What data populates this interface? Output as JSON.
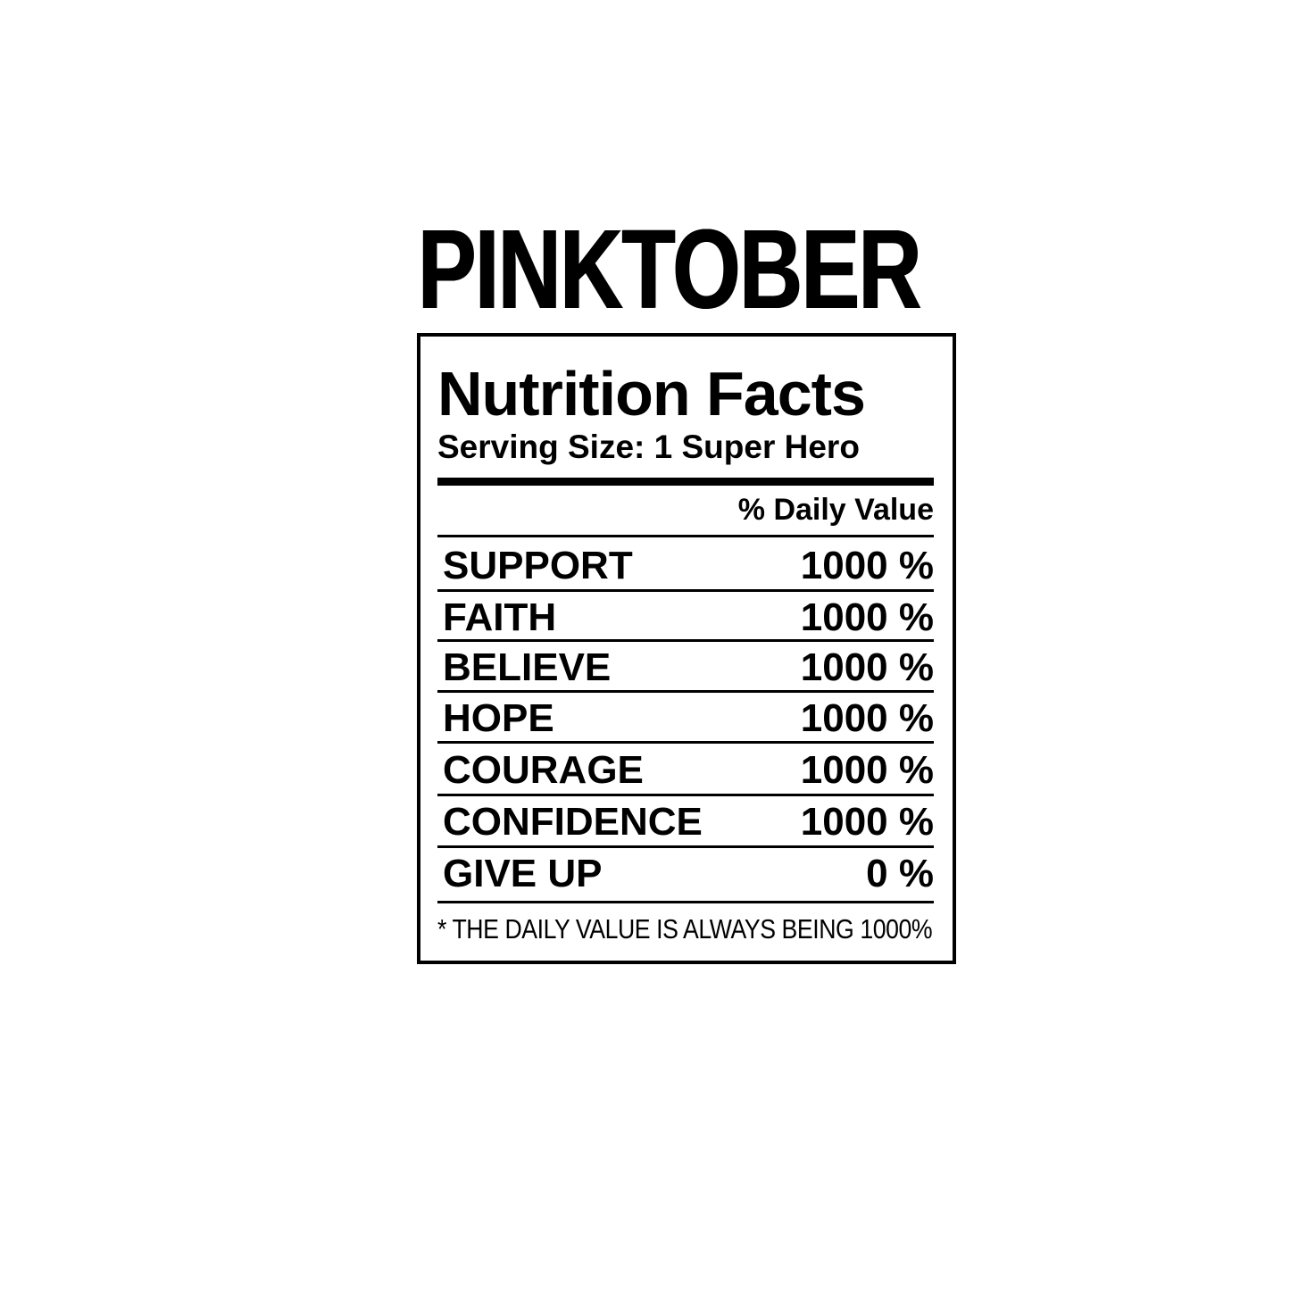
{
  "headline": "PINKTOBER",
  "label": {
    "title": "Nutrition Facts",
    "serving_size": "Serving Size: 1 Super Hero",
    "daily_value_header": "% Daily Value",
    "rows": [
      {
        "name": "SUPPORT",
        "value": "1000 %"
      },
      {
        "name": "FAITH",
        "value": "1000 %"
      },
      {
        "name": "BELIEVE",
        "value": "1000 %"
      },
      {
        "name": "HOPE",
        "value": "1000 %"
      },
      {
        "name": "COURAGE",
        "value": "1000 %"
      },
      {
        "name": "CONFIDENCE",
        "value": "1000 %"
      },
      {
        "name": "GIVE UP",
        "value": "0 %"
      }
    ],
    "footnote": "* THE DAILY VALUE IS ALWAYS BEING 1000%"
  },
  "colors": {
    "ink": "#000000",
    "background": "#ffffff"
  }
}
